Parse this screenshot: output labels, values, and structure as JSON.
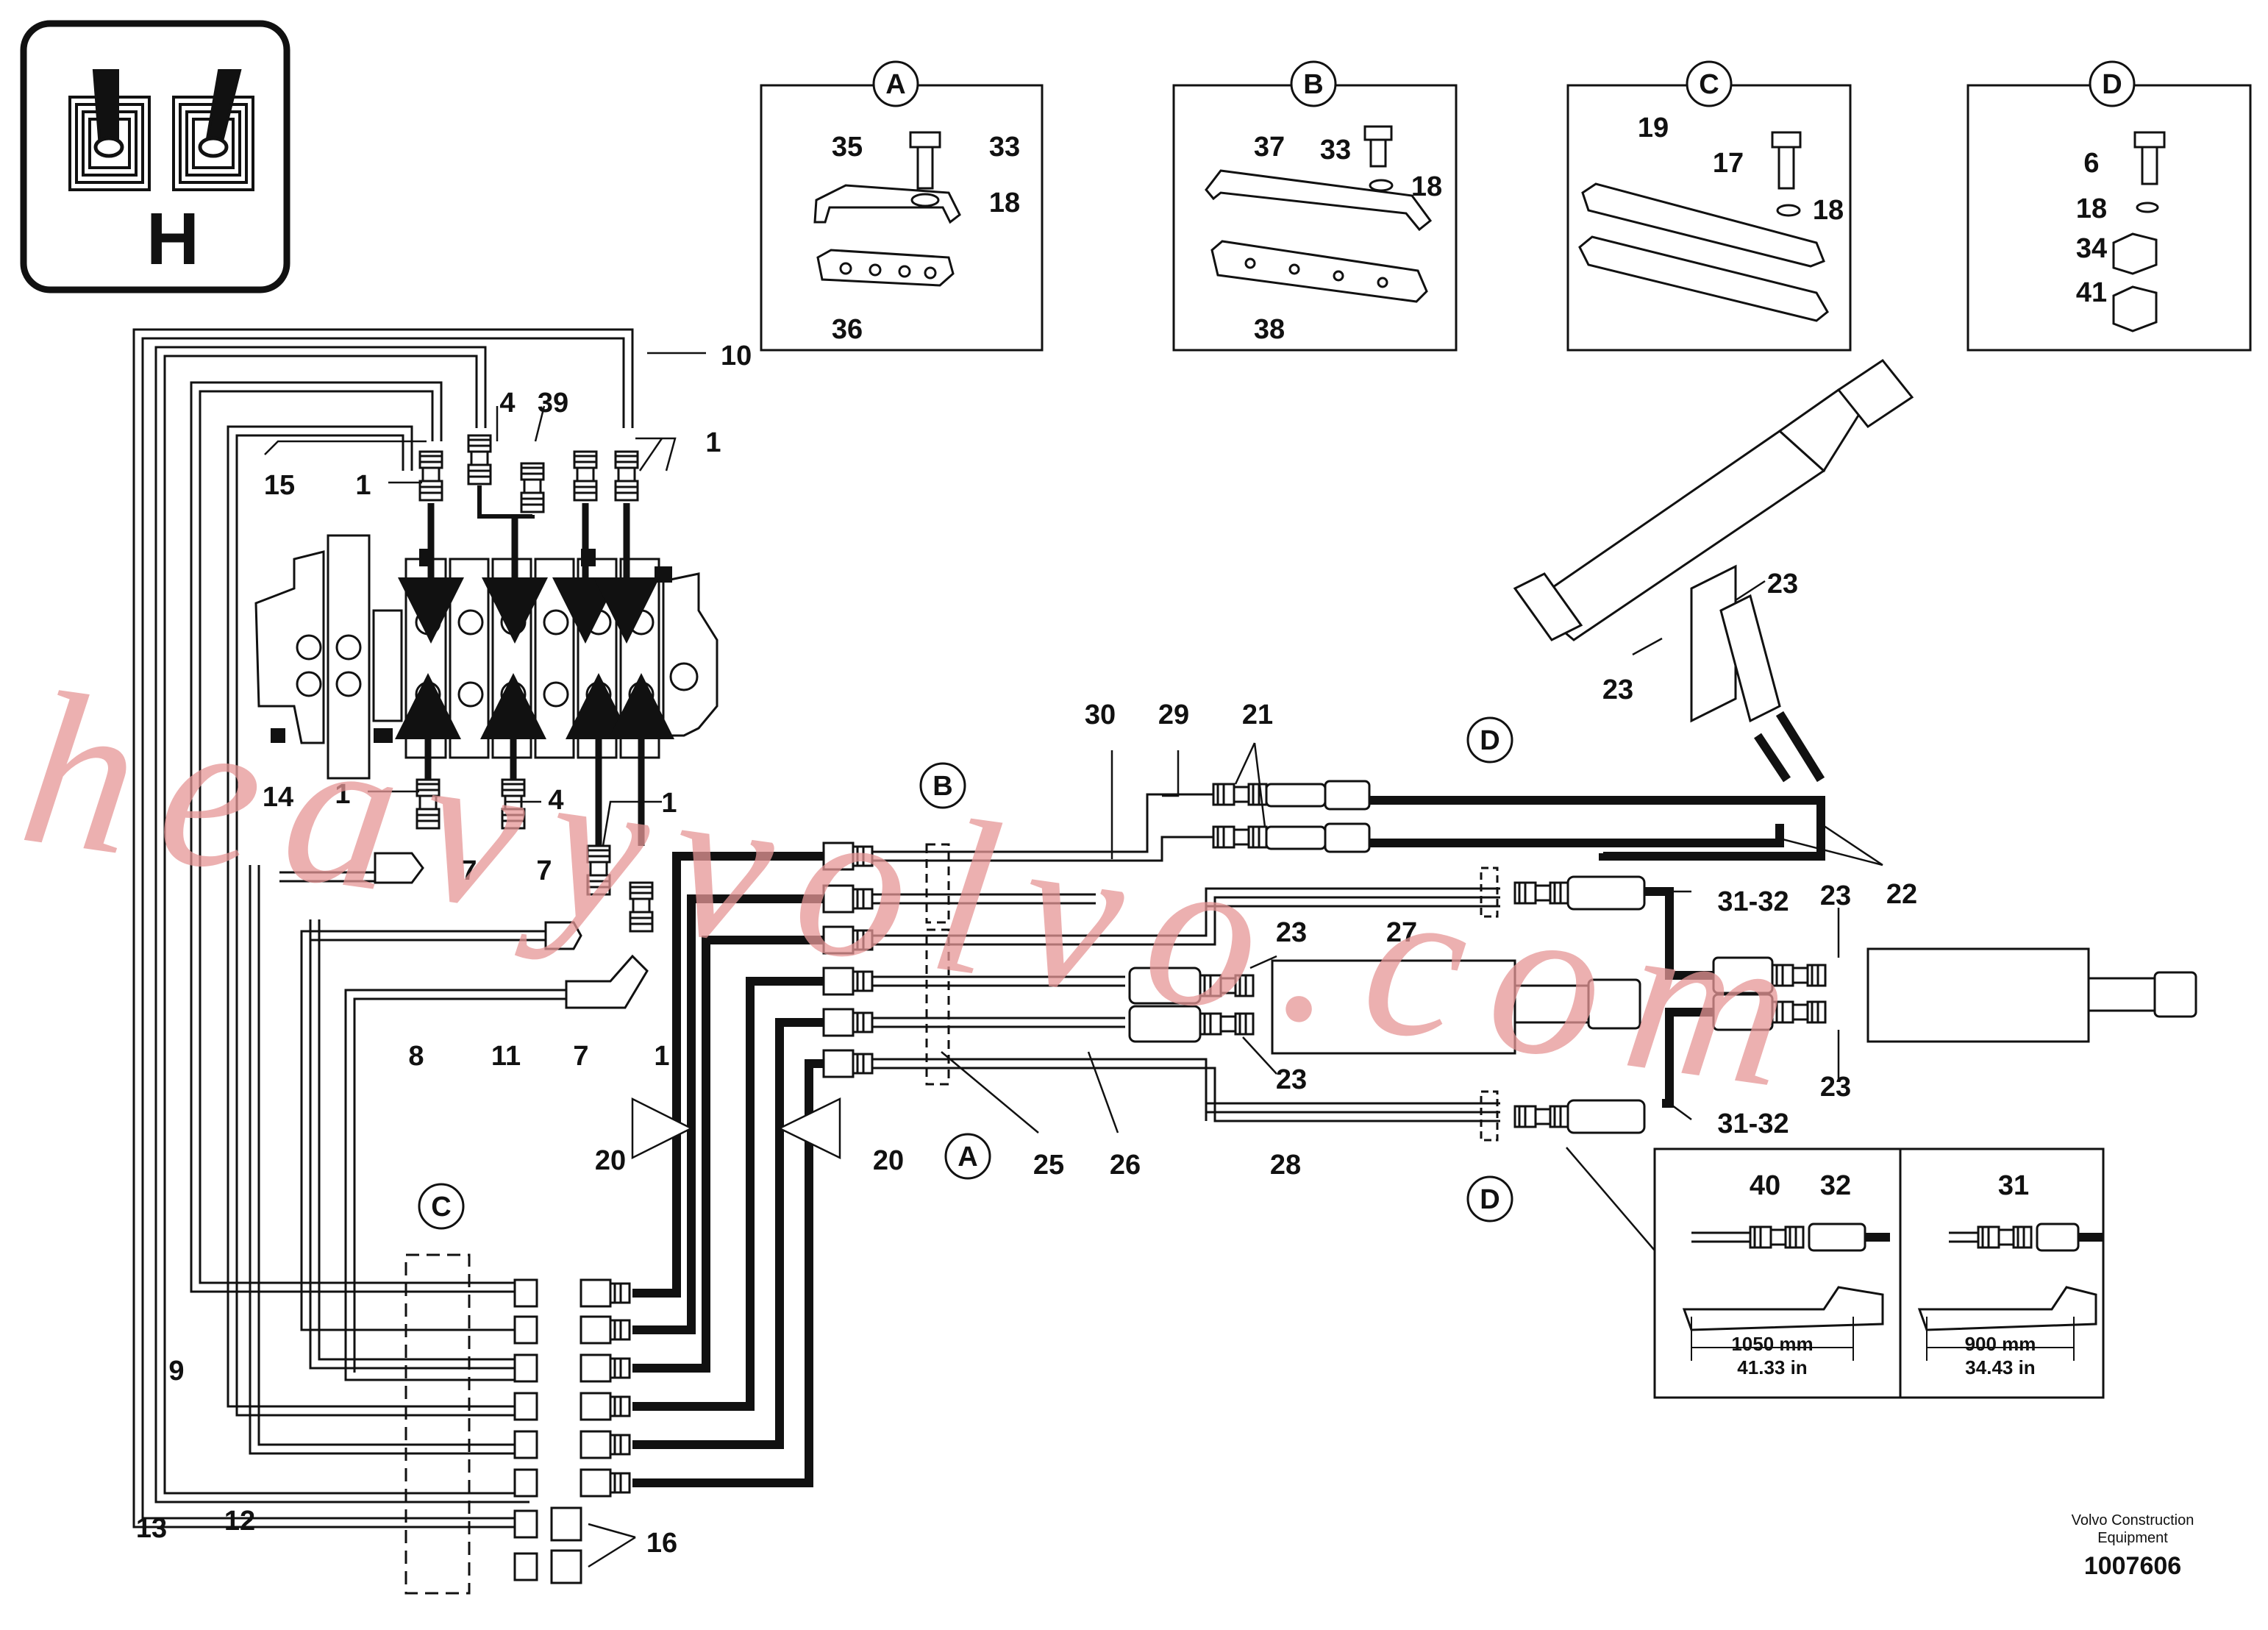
{
  "symbol": {
    "letter": "H",
    "icon": "joystick-controls-icon"
  },
  "details": [
    {
      "id": "A",
      "labels": [
        "35",
        "33",
        "18",
        "36"
      ]
    },
    {
      "id": "B",
      "labels": [
        "37",
        "33",
        "18",
        "38"
      ]
    },
    {
      "id": "C",
      "labels": [
        "19",
        "17",
        "18"
      ]
    },
    {
      "id": "D",
      "labels": [
        "6",
        "18",
        "34",
        "41"
      ]
    }
  ],
  "section_markers": {
    "A": "A",
    "B": "B",
    "C": "C",
    "D": "D"
  },
  "callouts": {
    "c1": "1",
    "c4": "4",
    "c6": "6",
    "c7": "7",
    "c8": "8",
    "c9": "9",
    "c10": "10",
    "c11": "11",
    "c12": "12",
    "c13": "13",
    "c14": "14",
    "c15": "15",
    "c16": "16",
    "c17": "17",
    "c18": "18",
    "c19": "19",
    "c20": "20",
    "c21": "21",
    "c22": "22",
    "c23": "23",
    "c25": "25",
    "c26": "26",
    "c27": "27",
    "c28": "28",
    "c29": "29",
    "c30": "30",
    "c31_32": "31-32",
    "c32": "32",
    "c33": "33",
    "c34": "34",
    "c35": "35",
    "c36": "36",
    "c37": "37",
    "c38": "38",
    "c39": "39",
    "c40": "40",
    "c41": "41",
    "c31": "31"
  },
  "measurements": {
    "left_mm": "1050 mm",
    "left_in": "41.33 in",
    "right_mm": "900 mm",
    "right_in": "34.43 in"
  },
  "credit": {
    "line1": "Volvo Construction",
    "line2": "Equipment"
  },
  "document_number": "1007606",
  "watermark": "heavyvolvo.com",
  "colors": {
    "line": "#111111",
    "watermark": "#e69696",
    "background": "#ffffff"
  }
}
